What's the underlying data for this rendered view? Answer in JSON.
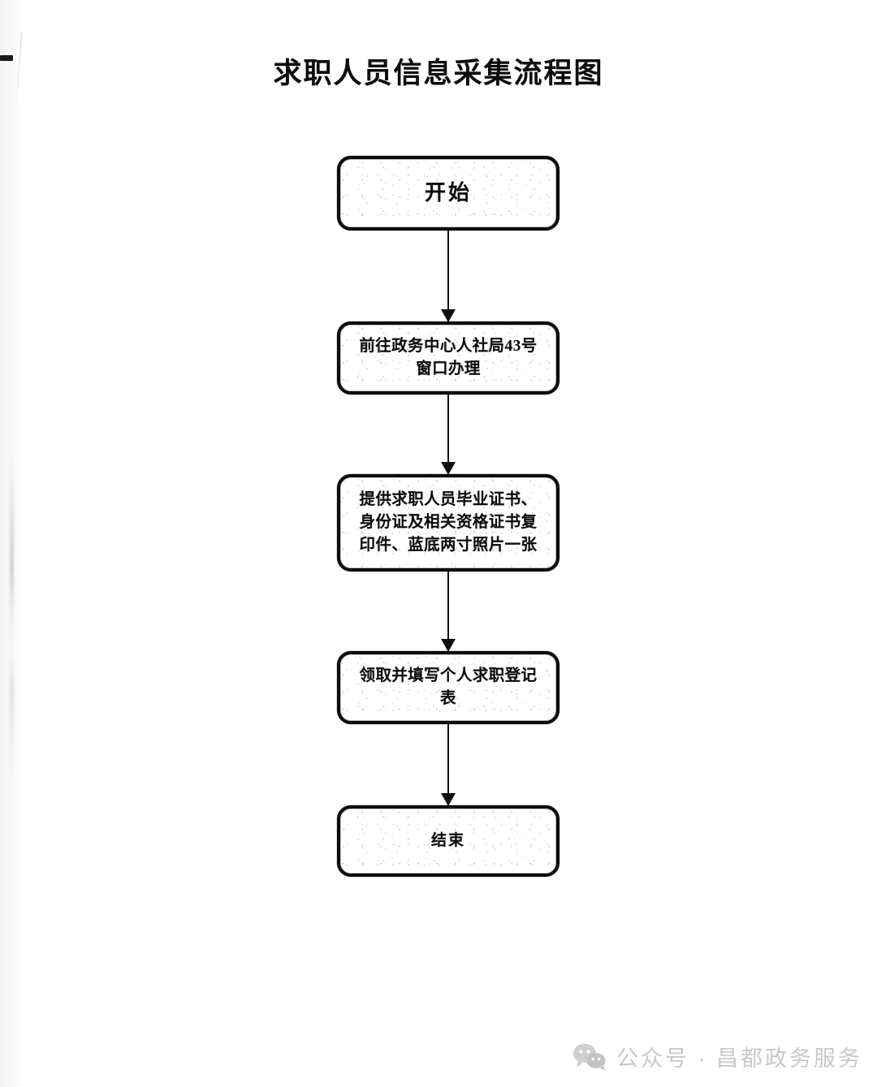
{
  "document": {
    "title": "求职人员信息采集流程图"
  },
  "chart_data": {
    "type": "diagram",
    "diagram_type": "flowchart",
    "orientation": "top-to-bottom",
    "title": "求职人员信息采集流程图",
    "nodes": [
      {
        "id": "n1",
        "shape": "rounded-rectangle",
        "role": "start",
        "text": "开始"
      },
      {
        "id": "n2",
        "shape": "rounded-rectangle",
        "role": "process",
        "text": "前往政务中心人社局43号窗口办理"
      },
      {
        "id": "n3",
        "shape": "rounded-rectangle",
        "role": "process",
        "text": "提供求职人员毕业证书、身份证及相关资格证书复印件、蓝底两寸照片一张"
      },
      {
        "id": "n4",
        "shape": "rounded-rectangle",
        "role": "process",
        "text": "领取并填写个人求职登记表"
      },
      {
        "id": "n5",
        "shape": "rounded-rectangle",
        "role": "end",
        "text": "结束"
      }
    ],
    "edges": [
      {
        "from": "n1",
        "to": "n2",
        "style": "solid-arrow",
        "label": ""
      },
      {
        "from": "n2",
        "to": "n3",
        "style": "solid-arrow",
        "label": ""
      },
      {
        "from": "n3",
        "to": "n4",
        "style": "solid-arrow",
        "label": ""
      },
      {
        "from": "n4",
        "to": "n5",
        "style": "solid-arrow",
        "label": ""
      }
    ],
    "colors": {
      "ink": "#111111",
      "paper": "#ffffff",
      "watermark": "#c9c9c9"
    }
  },
  "watermark": {
    "icon": "wechat-icon",
    "text": "公众号 · 昌都政务服务"
  }
}
